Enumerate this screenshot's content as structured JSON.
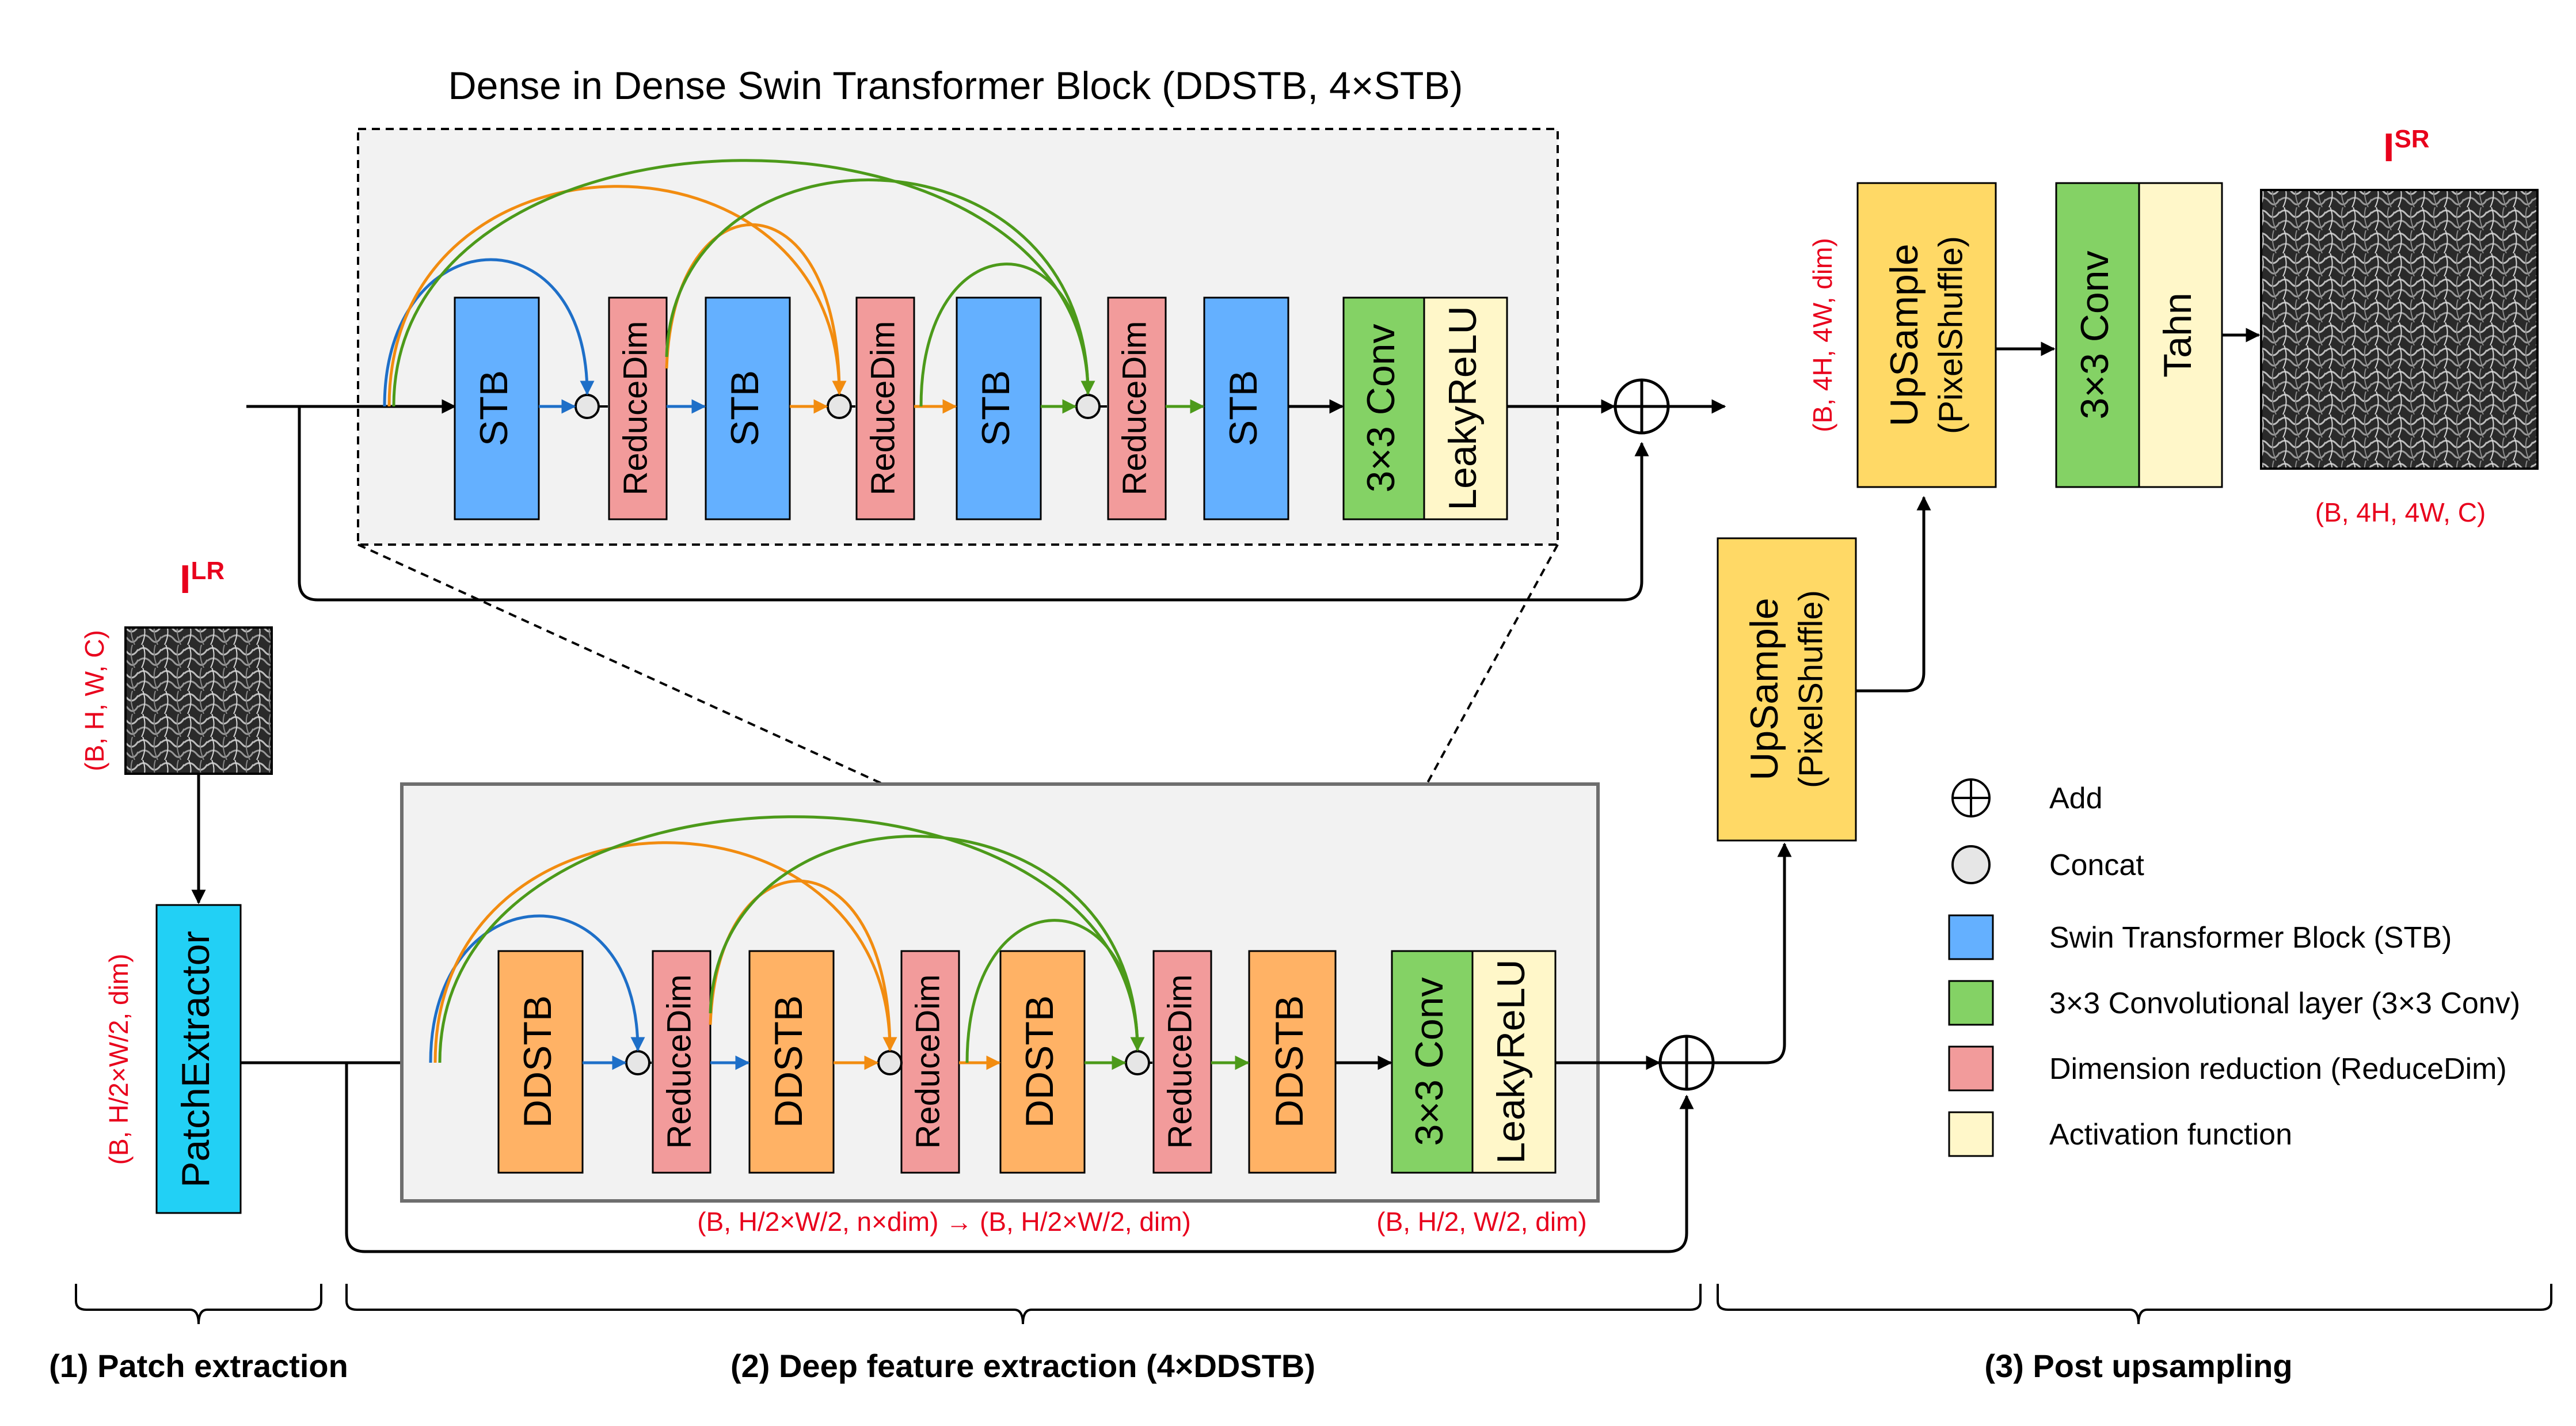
{
  "title": "Dense in Dense Swin Transformer Block (DDSTB, 4×STB)",
  "top": {
    "blocks": [
      "STB",
      "ReduceDim",
      "STB",
      "ReduceDim",
      "STB",
      "ReduceDim",
      "STB"
    ],
    "conv": "3×3 Conv",
    "act": "LeakyReLU"
  },
  "bottom": {
    "blocks": [
      "DDSTB",
      "ReduceDim",
      "DDSTB",
      "ReduceDim",
      "DDSTB",
      "ReduceDim",
      "DDSTB"
    ],
    "conv": "3×3 Conv",
    "act": "LeakyReLU",
    "shape_left": "(B, H/2×W/2, n×dim) → (B, H/2×W/2, dim)",
    "shape_right": "(B, H/2, W/2, dim)"
  },
  "input": {
    "symbol": "I",
    "sup": "LR",
    "shape": "(B, H, W, C)"
  },
  "patch_extractor": {
    "label": "PatchExtractor",
    "shape": "(B, H/2×W/2, dim)"
  },
  "upsample1": {
    "line1": "UpSample",
    "line2": "(PixelShuffle)"
  },
  "upsample2": {
    "line1": "UpSample",
    "line2": "(PixelShuffle)",
    "shape": "(B, 4H, 4W, dim)"
  },
  "post_conv": "3×3 Conv",
  "post_act": "Tahn",
  "output": {
    "symbol": "I",
    "sup": "SR",
    "shape": "(B, 4H, 4W, C)"
  },
  "legend": [
    {
      "icon": "add-icon",
      "label": "Add"
    },
    {
      "icon": "concat-icon",
      "label": "Concat"
    },
    {
      "icon": "swatch",
      "color": "#64b0ff",
      "label": "Swin Transformer Block (STB)"
    },
    {
      "icon": "swatch",
      "color": "#84d265",
      "label": "3×3 Convolutional layer (3×3 Conv)"
    },
    {
      "icon": "swatch",
      "color": "#f29b9b",
      "label": "Dimension reduction (ReduceDim)"
    },
    {
      "icon": "swatch",
      "color": "#fff7c9",
      "label": "Activation function"
    }
  ],
  "sections": [
    "(1) Patch extraction",
    "(2) Deep feature extraction (4×DDSTB)",
    "(3) Post upsampling"
  ],
  "colors": {
    "stb": "#64b0ff",
    "ddstb": "#ffb265",
    "reduce": "#f29b9b",
    "conv": "#84d265",
    "act": "#fff7c9",
    "upsample": "#ffd966",
    "patch": "#22d0f5",
    "panel": "#f2f2f2",
    "red_text": "#e8001c",
    "arrow_blue": "#1e6fc8",
    "arrow_orange": "#f28c10",
    "arrow_green": "#4c9a1a"
  }
}
